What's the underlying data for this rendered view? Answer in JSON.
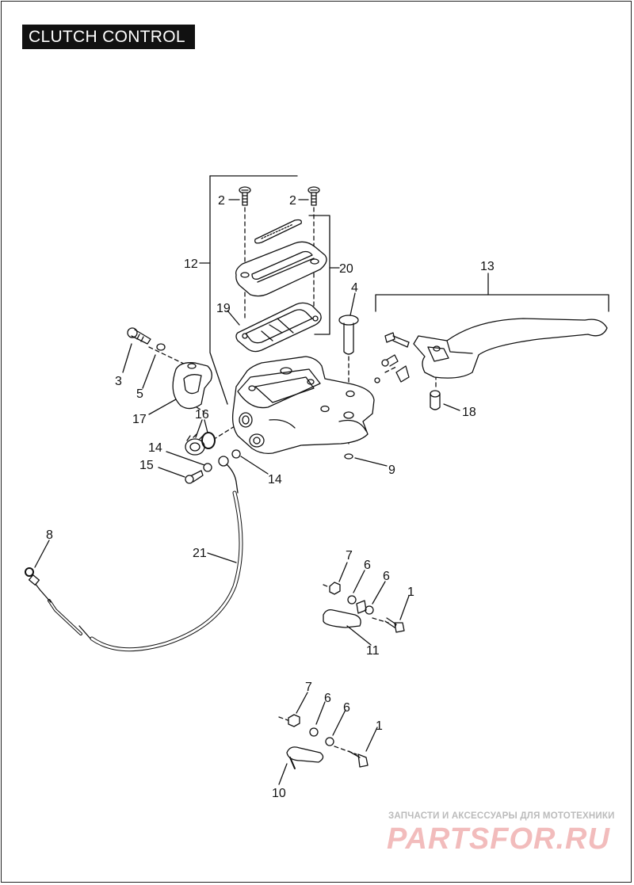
{
  "page": {
    "title": "CLUTCH CONTROL"
  },
  "callouts": {
    "c1a": "1",
    "c1b": "1",
    "c2a": "2",
    "c2b": "2",
    "c3": "3",
    "c4": "4",
    "c5": "5",
    "c6a": "6",
    "c6b": "6",
    "c6c": "6",
    "c6d": "6",
    "c7a": "7",
    "c7b": "7",
    "c8": "8",
    "c9": "9",
    "c10": "10",
    "c11": "11",
    "c12": "12",
    "c13": "13",
    "c14a": "14",
    "c14b": "14",
    "c15": "15",
    "c16": "16",
    "c17": "17",
    "c18": "18",
    "c19": "19",
    "c20": "20",
    "c21": "21"
  },
  "watermark": {
    "line1": "ЗАПЧАСТИ И АКСЕССУАРЫ ДЛЯ МОТОТЕХНИКИ",
    "line2": "PARTSFOR.RU"
  },
  "colors": {
    "line": "#111111",
    "title_bg": "#111111",
    "title_text": "#ffffff",
    "watermark_red": "#f2bcbc"
  }
}
